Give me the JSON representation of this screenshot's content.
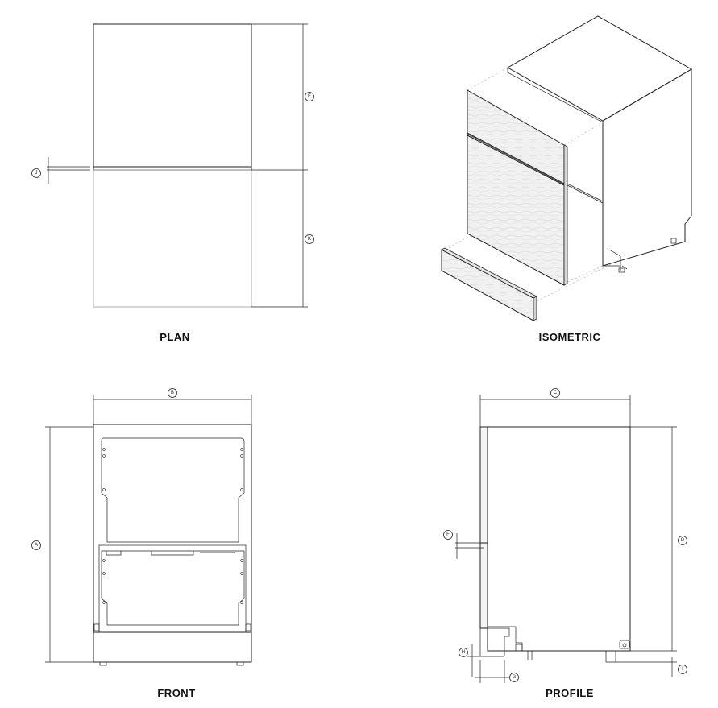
{
  "views": {
    "plan": "PLAN",
    "isometric": "ISOMETRIC",
    "front": "FRONT",
    "profile": "PROFILE"
  },
  "dimensions": {
    "a": "A",
    "b": "B",
    "c": "C",
    "d": "D",
    "e": "E",
    "f": "F",
    "g": "G",
    "h": "H",
    "i": "I",
    "j": "J",
    "k": "K"
  }
}
